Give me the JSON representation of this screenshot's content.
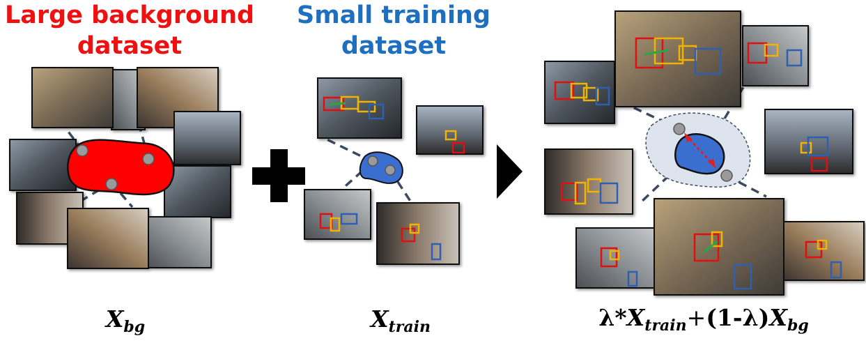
{
  "titles": {
    "background_line1": "Large background",
    "background_line2": "dataset",
    "training_line1": "Small training",
    "training_line2": "dataset"
  },
  "formulas": {
    "bg": {
      "symbol": "X",
      "subscript": "bg"
    },
    "train": {
      "symbol": "X",
      "subscript": "train"
    },
    "mix": {
      "lambda": "λ",
      "star": "*",
      "symbol": "X",
      "train_subscript": "train",
      "plus": "+",
      "one_minus_lambda": "(1-λ)",
      "bg_subscript": "bg"
    }
  },
  "operators": {
    "plus": "plus-icon",
    "arrow": "arrow-right-icon"
  },
  "colors": {
    "background_title": "#ee1111",
    "training_title": "#1f6fc0",
    "background_blob": "#ff0000",
    "training_blob": "#3a6fcf",
    "mix_region": "#dde4ee",
    "connector": "#3b4a5e",
    "box_red": "#e01010",
    "box_yellow": "#f2b300",
    "box_blue": "#2e5fb0",
    "box_green": "#22aa44",
    "sample_dot": "#9a9a9a",
    "interp_arrow": "#e02020"
  }
}
